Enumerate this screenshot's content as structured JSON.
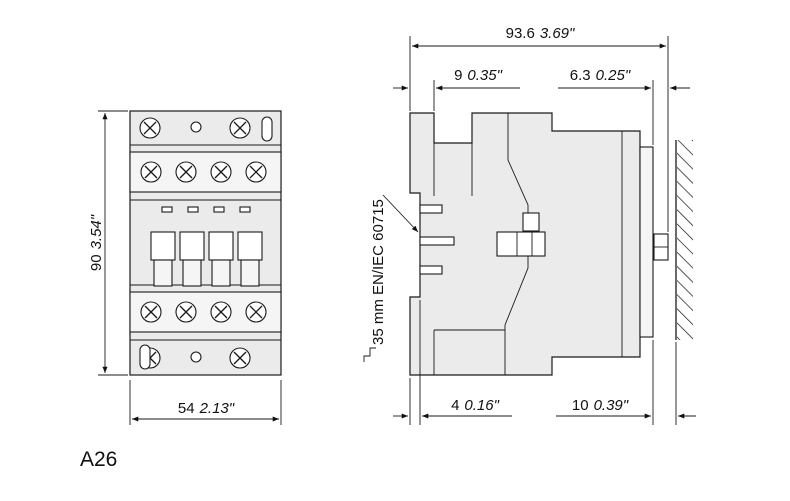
{
  "model_label": "A26",
  "dimensions": {
    "total_depth": {
      "mm": "93.6",
      "inch": "3.69\""
    },
    "top_left_offset": {
      "mm": "9",
      "inch": "0.35\""
    },
    "top_right_offset": {
      "mm": "6.3",
      "inch": "0.25\""
    },
    "height": {
      "mm": "90",
      "inch": "3.54\""
    },
    "width": {
      "mm": "54",
      "inch": "2.13\""
    },
    "bottom_left_offset": {
      "mm": "4",
      "inch": "0.16\""
    },
    "bottom_right_offset": {
      "mm": "10",
      "inch": "0.39\""
    }
  },
  "rail_label": "35 mm EN/IEC 60715"
}
